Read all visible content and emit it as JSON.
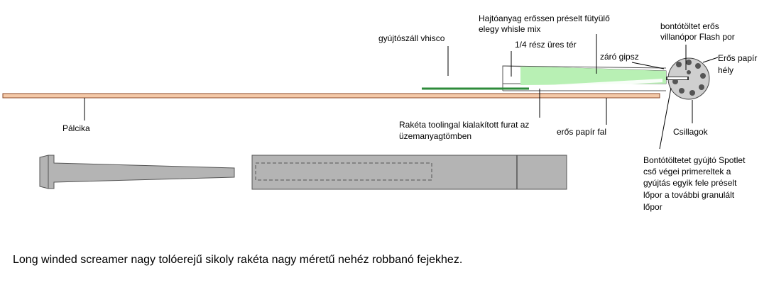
{
  "labels": {
    "fuse": "gyújtószáll vhisco",
    "propellant_1": "Hajtóanyag erőssen préselt fütyülő",
    "propellant_2": "elegy whisle mix",
    "quarter_space": "1/4 rész üres tér",
    "clay_plug": "záró gipsz",
    "burst_charge_1": "bontótöltet erős",
    "burst_charge_2": "villanópor Flash por",
    "strong_paper_1": "Erős papír",
    "strong_paper_2": "hély",
    "stick": "Pálcika",
    "core_hole_1": "Rakéta toolingal kialakított furat az",
    "core_hole_2": "üzemanyagtömben",
    "paper_wall": "erős papír fal",
    "stars": "Csillagok",
    "spotlet_1": "Bontótöltetet gyújtó Spotlet",
    "spotlet_2": "cső végei primereltek a",
    "spotlet_3": "gyújtás egyik fele préselt",
    "spotlet_4": "lőpor a további granulált",
    "spotlet_5": "lőpor"
  },
  "caption": "Long winded screamer nagy tolóerejű sikoly rakéta nagy méretű nehéz robbanó fejekhez.",
  "colors": {
    "stick": "#f4c9a8",
    "propellant": "#b8f0b4",
    "fuse": "#2e8b3a",
    "tool_gray": "#b4b4b4",
    "outline": "#555555"
  }
}
